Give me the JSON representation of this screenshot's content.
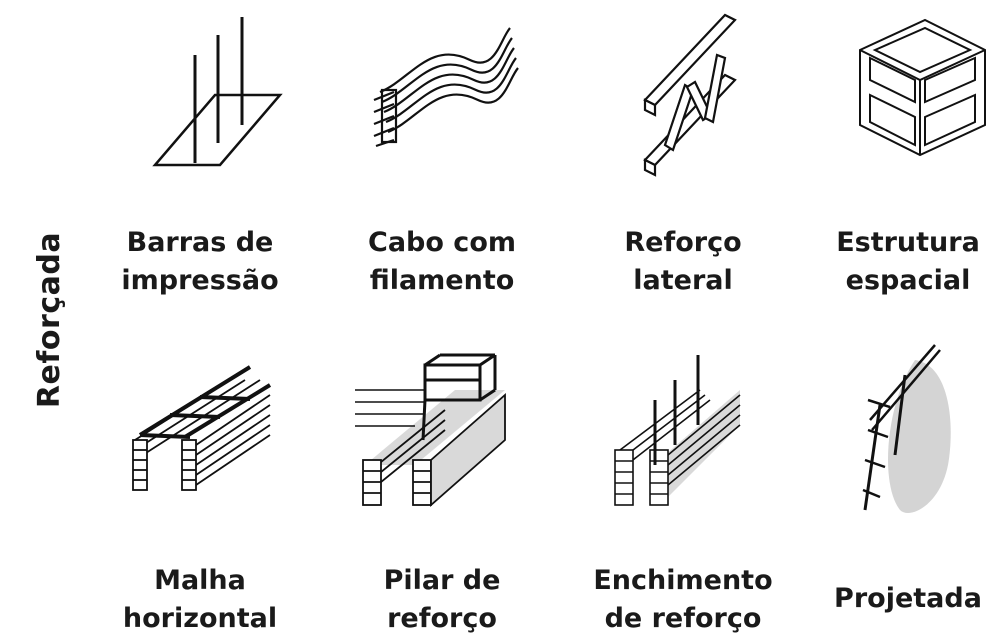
{
  "side_label": "Reforçada",
  "items": [
    {
      "id": "barras",
      "line1": "Barras de",
      "line2": "impressão",
      "icon": "vertical-bars-on-slab-icon"
    },
    {
      "id": "cabo",
      "line1": "Cabo com",
      "line2": "filamento",
      "icon": "filament-cable-icon"
    },
    {
      "id": "reforco-lateral",
      "line1": "Reforço",
      "line2": "lateral",
      "icon": "lateral-reinforcement-icon"
    },
    {
      "id": "estrutura",
      "line1": "Estrutura",
      "line2": "espacial",
      "icon": "space-frame-cube-icon"
    },
    {
      "id": "malha",
      "line1": "Malha",
      "line2": "horizontal",
      "icon": "horizontal-mesh-icon"
    },
    {
      "id": "pilar",
      "line1": "Pilar de",
      "line2": "reforço",
      "icon": "reinforcement-pillar-icon"
    },
    {
      "id": "enchimento",
      "line1": "Enchimento",
      "line2": "de reforço",
      "icon": "fill-reinforcement-icon"
    },
    {
      "id": "projetada",
      "line1": "Projetada",
      "line2": "",
      "icon": "sprayed-concrete-icon"
    }
  ]
}
